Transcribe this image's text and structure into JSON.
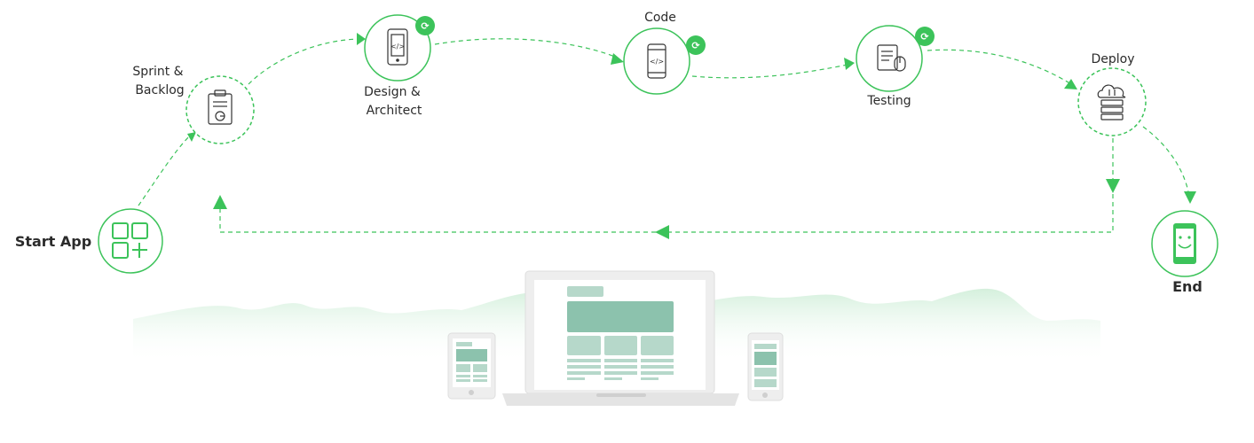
{
  "diagram": {
    "steps": [
      {
        "id": "start",
        "label_lines": [
          "Start App"
        ],
        "icon": "app-grid-icon"
      },
      {
        "id": "sprint",
        "label_lines": [
          "Sprint &",
          "Backlog"
        ],
        "icon": "clipboard-chart-icon"
      },
      {
        "id": "design",
        "label_lines": [
          "Design &",
          "Architect"
        ],
        "icon": "mobile-code-icon",
        "badge": "refresh-icon"
      },
      {
        "id": "code",
        "label_lines": [
          "Code"
        ],
        "icon": "smartphone-code-icon",
        "badge": "refresh-icon"
      },
      {
        "id": "testing",
        "label_lines": [
          "Testing"
        ],
        "icon": "checklist-mouse-icon",
        "badge": "refresh-icon"
      },
      {
        "id": "deploy",
        "label_lines": [
          "Deploy"
        ],
        "icon": "cloud-server-icon"
      },
      {
        "id": "end",
        "label_lines": [
          "End"
        ],
        "icon": "smiley-phone-icon"
      }
    ],
    "colors": {
      "accent": "#3cc35a",
      "text": "#2b2b2b",
      "device_block_dark": "#8cc2ad",
      "device_block_light": "#b6d8ca",
      "hills": "#cfeed8"
    }
  }
}
